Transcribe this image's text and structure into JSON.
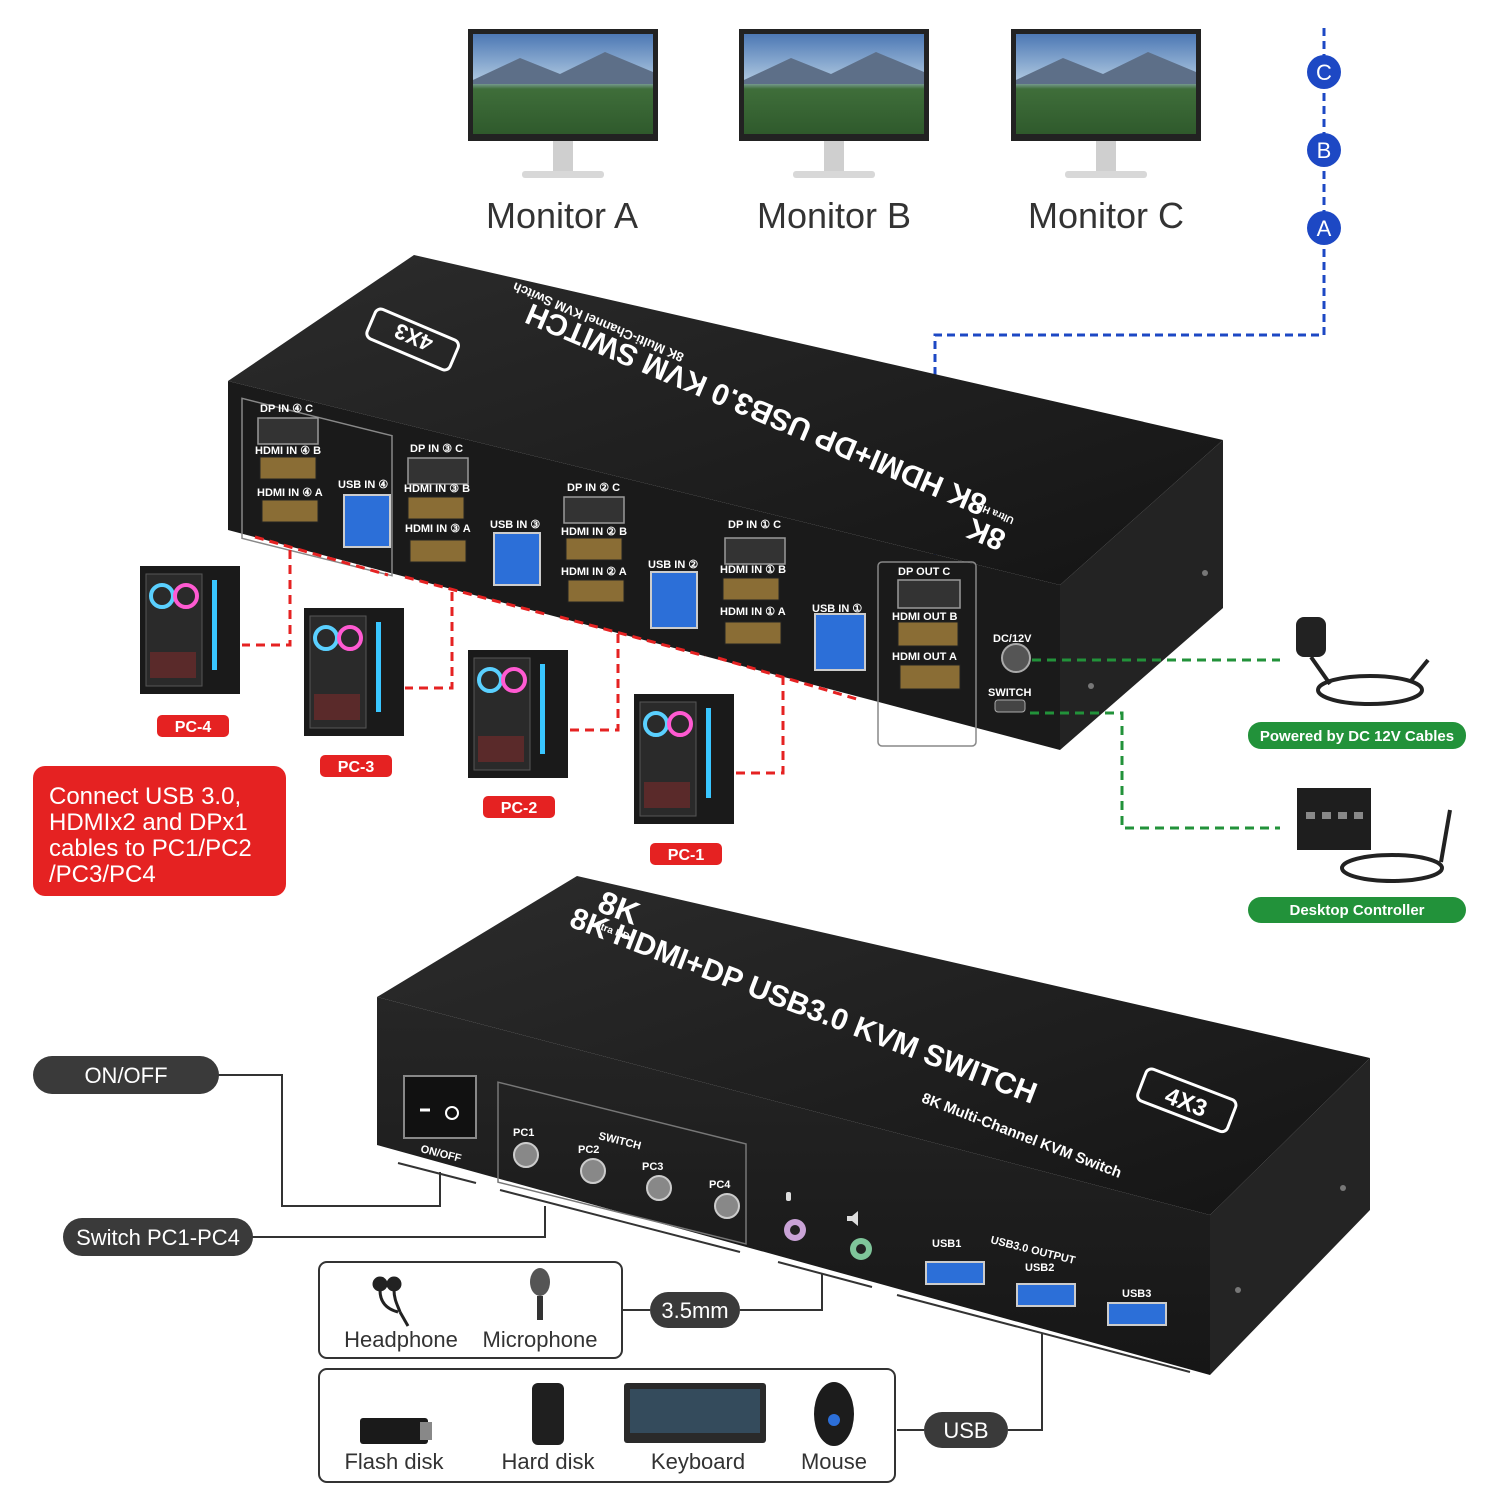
{
  "monitors": [
    {
      "label": "Monitor A",
      "letter": "A"
    },
    {
      "label": "Monitor B",
      "letter": "B"
    },
    {
      "label": "Monitor C",
      "letter": "C"
    }
  ],
  "rear_panel": {
    "title": "8K HDMI+DP USB3.0 KVM SWITCH",
    "badge": "4X3",
    "subtitle": "8K Multi-Channel KVM Switch",
    "logo_big": "8K",
    "logo_small": "Ultra HD",
    "groups": [
      {
        "dp": "DP IN ④ C",
        "hdmi_b": "HDMI IN ④ B",
        "hdmi_a": "HDMI IN ④ A",
        "usb": "USB IN ④"
      },
      {
        "dp": "DP IN ③ C",
        "hdmi_b": "HDMI IN ③ B",
        "hdmi_a": "HDMI IN ③ A",
        "usb": "USB IN ③"
      },
      {
        "dp": "DP IN ② C",
        "hdmi_b": "HDMI IN ② B",
        "hdmi_a": "HDMI IN ② A",
        "usb": "USB IN ②"
      },
      {
        "dp": "DP IN ① C",
        "hdmi_b": "HDMI IN ① B",
        "hdmi_a": "HDMI IN ① A",
        "usb": "USB IN ①"
      }
    ],
    "out": {
      "dp": "DP OUT C",
      "hdmi_b": "HDMI OUT B",
      "hdmi_a": "HDMI OUT A"
    },
    "dc": "DC/12V",
    "switch": "SWITCH"
  },
  "pcs": [
    "PC-4",
    "PC-3",
    "PC-2",
    "PC-1"
  ],
  "instruction": [
    "Connect USB 3.0,",
    "HDMIx2 and DPx1",
    "cables to PC1/PC2",
    "/PC3/PC4"
  ],
  "accessories": {
    "power": "Powered by DC 12V Cables",
    "controller": "Desktop Controller"
  },
  "front_panel": {
    "title": "8K HDMI+DP USB3.0 KVM SWITCH",
    "badge": "4X3",
    "subtitle": "8K Multi-Channel KVM Switch",
    "logo_big": "8K",
    "logo_small": "Ultra HD",
    "onoff": "ON/OFF",
    "switch_label": "SWITCH",
    "buttons": [
      "PC1",
      "PC2",
      "PC3",
      "PC4"
    ],
    "usb_output": "USB3.0 OUTPUT",
    "usb_ports": [
      "USB1",
      "USB2",
      "USB3"
    ]
  },
  "callouts": {
    "onoff": "ON/OFF",
    "switch": "Switch PC1-PC4",
    "audio": "3.5mm",
    "usb": "USB"
  },
  "audio_devices": [
    "Headphone",
    "Microphone"
  ],
  "usb_devices": [
    "Flash disk",
    "Hard disk",
    "Keyboard",
    "Mouse"
  ],
  "colors": {
    "device_body": "#1e1e1e",
    "red": "#e52222",
    "green": "#22923a",
    "blue": "#1d48c4",
    "pill": "#3a3a3a",
    "usb_blue": "#2c6fd8"
  }
}
